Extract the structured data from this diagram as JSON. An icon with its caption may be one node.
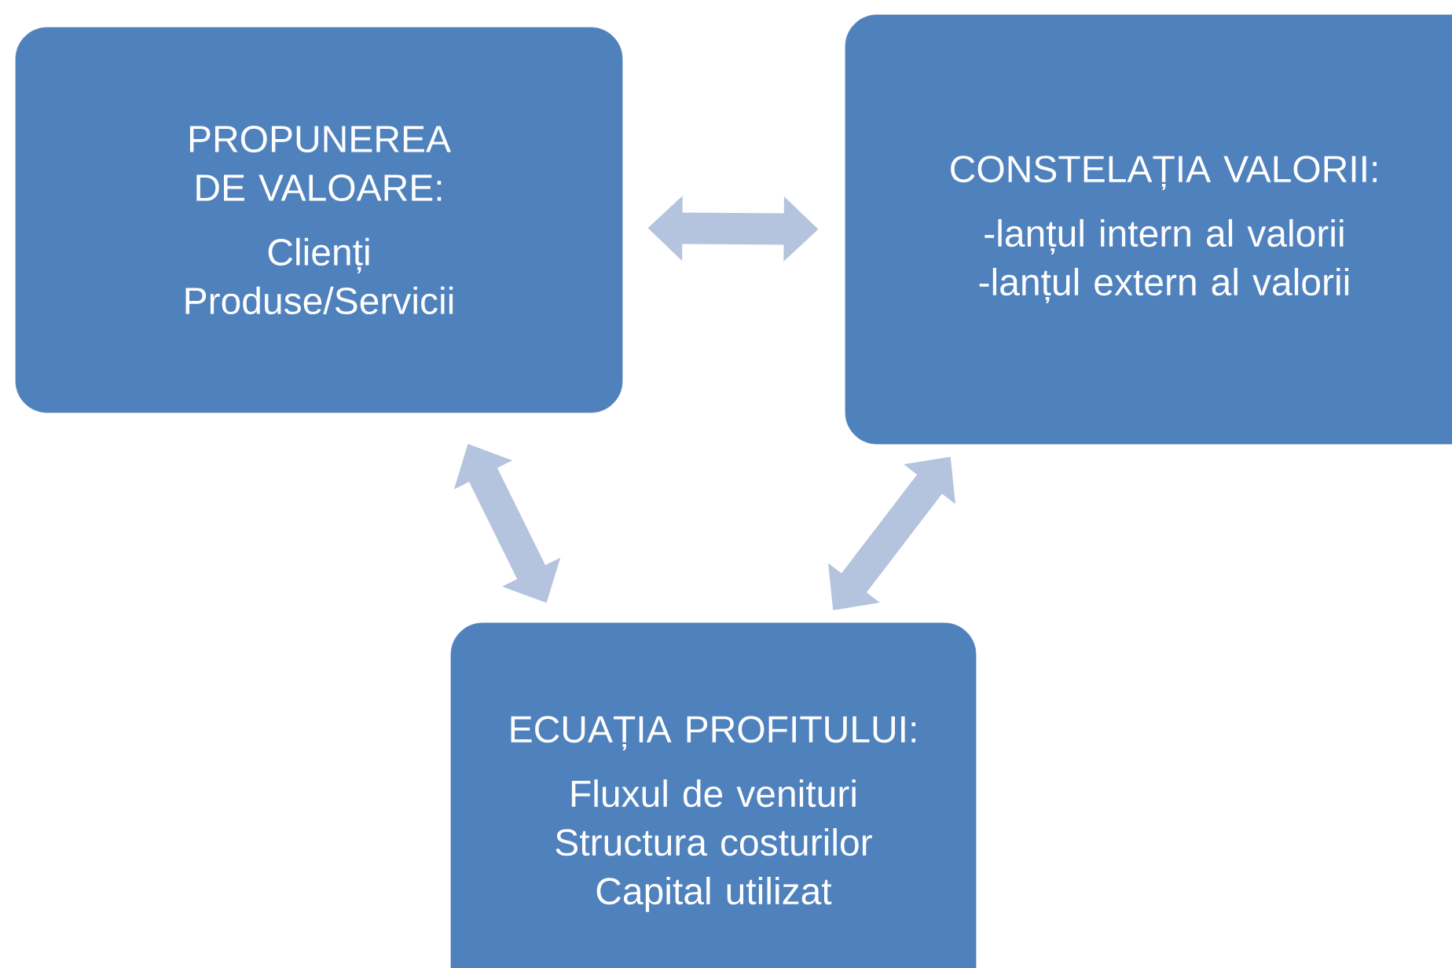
{
  "diagram": {
    "nodes": [
      {
        "text": [
          "PROPUNEREA DE VALOARE:",
          "Clienți",
          "Produse/Servicii"
        ]
      },
      {
        "text": [
          "CONSTELAȚIA VALORII:",
          "-lanțul intern al valorii",
          "-lanțul extern al valorii"
        ]
      },
      {
        "text": [
          "ECUAȚIA PROFITULUI:",
          "Fluxul de venituri",
          "Structura costurilor",
          "Capital utilizat"
        ]
      }
    ],
    "edges": [
      {
        "from": 0,
        "to": 1,
        "arrow": "both"
      },
      {
        "from": 0,
        "to": 2,
        "arrow": "both"
      },
      {
        "from": 1,
        "to": 2,
        "arrow": "both"
      }
    ]
  }
}
